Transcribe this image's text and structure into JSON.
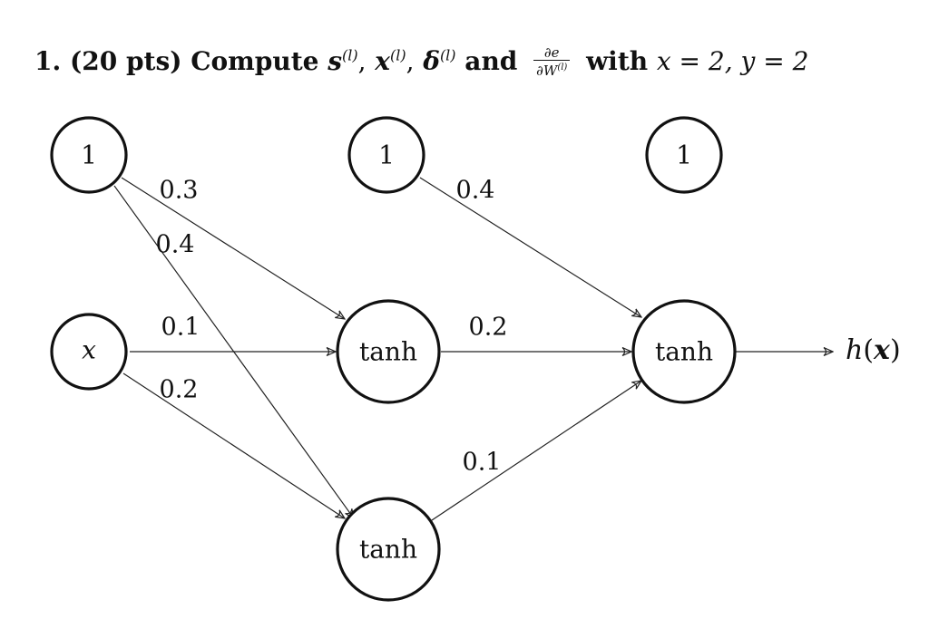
{
  "title": {
    "number": "1.",
    "points": "(20 pts)",
    "verb": "Compute",
    "sym_s": "s",
    "sym_x": "x",
    "sym_delta": "δ",
    "superscript": "(l)",
    "comma": ",",
    "and_word": "and",
    "frac_num": "∂e",
    "frac_den": "∂W",
    "frac_den_sup": "(l)",
    "with_word": "with",
    "condition": "x = 2, y = 2"
  },
  "diagram": {
    "nodes": [
      {
        "id": "bias0",
        "label": "1"
      },
      {
        "id": "bias1",
        "label": "1"
      },
      {
        "id": "bias2",
        "label": "1"
      },
      {
        "id": "input_x",
        "label": "x"
      },
      {
        "id": "hidden_top",
        "label": "tanh"
      },
      {
        "id": "hidden_bottom",
        "label": "tanh"
      },
      {
        "id": "output",
        "label": "tanh"
      }
    ],
    "edges": [
      {
        "from": "bias0",
        "to": "hidden_top",
        "weight": "0.3"
      },
      {
        "from": "bias0",
        "to": "hidden_bottom",
        "weight": "0.4"
      },
      {
        "from": "input_x",
        "to": "hidden_top",
        "weight": "0.1"
      },
      {
        "from": "input_x",
        "to": "hidden_bottom",
        "weight": "0.2"
      },
      {
        "from": "bias1",
        "to": "output",
        "weight": "0.4"
      },
      {
        "from": "hidden_top",
        "to": "output",
        "weight": "0.2"
      },
      {
        "from": "hidden_bottom",
        "to": "output",
        "weight": "0.1"
      }
    ],
    "output_label": {
      "h": "h",
      "open": "(",
      "x": "x",
      "close": ")"
    }
  }
}
